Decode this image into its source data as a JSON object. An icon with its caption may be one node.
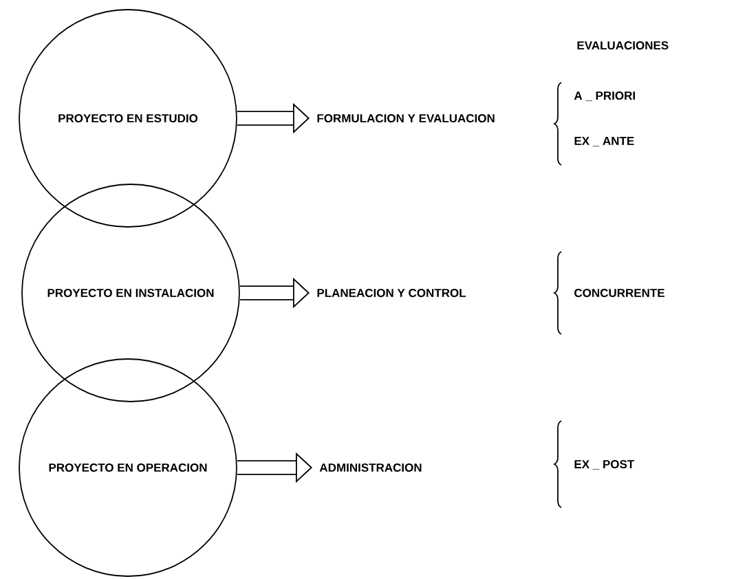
{
  "diagram": {
    "nodes": [
      {
        "text": [
          "PROYECTO EN ESTUDIO"
        ]
      },
      {
        "text": [
          "PROYECTO EN INSTALACION"
        ]
      },
      {
        "text": [
          "PROYECTO EN OPERACION"
        ]
      },
      {
        "text": [
          "FORMULACION Y EVALUACION"
        ]
      },
      {
        "text": [
          "PLANEACION Y CONTROL"
        ]
      },
      {
        "text": [
          "ADMINISTRACION"
        ]
      }
    ],
    "edges": [
      {
        "from": 0,
        "to": 3,
        "arrow": "to"
      },
      {
        "from": 1,
        "to": 4,
        "arrow": "to"
      },
      {
        "from": 2,
        "to": 5,
        "arrow": "to"
      }
    ],
    "labels": [
      "EVALUACIONES",
      "A _ PRIORI",
      "EX _ ANTE",
      "CONCURRENTE",
      "EX _ POST"
    ]
  }
}
